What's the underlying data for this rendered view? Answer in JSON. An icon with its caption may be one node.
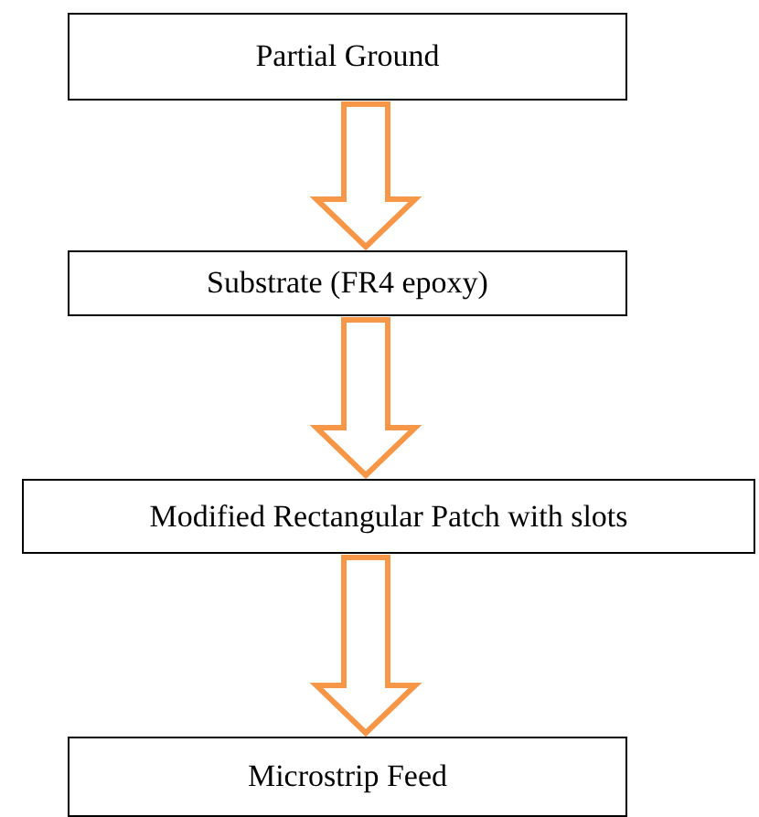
{
  "diagram": {
    "nodes": [
      {
        "text": [
          "Partial Ground"
        ]
      },
      {
        "text": [
          "Substrate (FR4 epoxy)"
        ]
      },
      {
        "text": [
          "Modified Rectangular Patch with slots"
        ]
      },
      {
        "text": [
          "Microstrip Feed"
        ]
      }
    ],
    "edges": [
      {
        "from": 0,
        "to": 1,
        "arrow": "to"
      },
      {
        "from": 1,
        "to": 2,
        "arrow": "to"
      },
      {
        "from": 2,
        "to": 3,
        "arrow": "to"
      }
    ]
  }
}
